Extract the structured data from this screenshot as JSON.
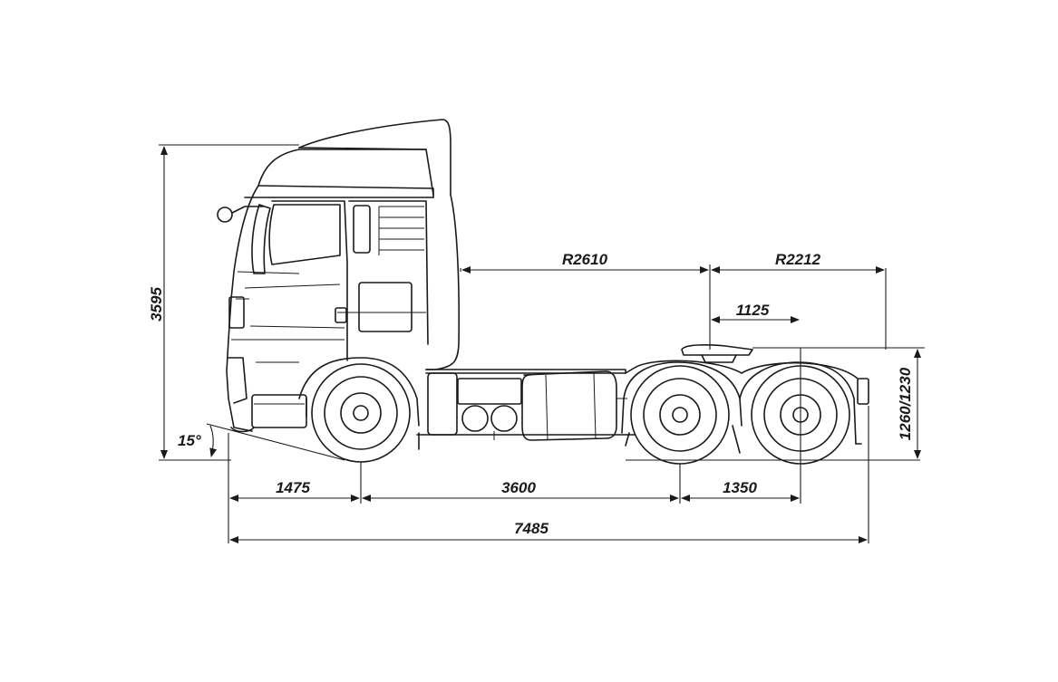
{
  "dimensions": {
    "overall_height": "3595",
    "front_overhang": "1475",
    "wheelbase_front": "3600",
    "rear_axle_spacing": "1350",
    "overall_length": "7485",
    "front_radius": "R2610",
    "rear_radius": "R2212",
    "fifth_wheel_offset": "1125",
    "fifth_wheel_height": "1260/1230",
    "approach_angle": "15°"
  },
  "colors": {
    "line": "#1a1a1a",
    "background": "#ffffff"
  }
}
